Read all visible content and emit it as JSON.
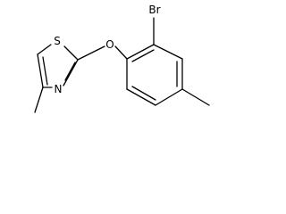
{
  "molecule": {
    "atoms": {
      "br": "Br",
      "o": "O",
      "s": "S",
      "n": "N"
    }
  }
}
